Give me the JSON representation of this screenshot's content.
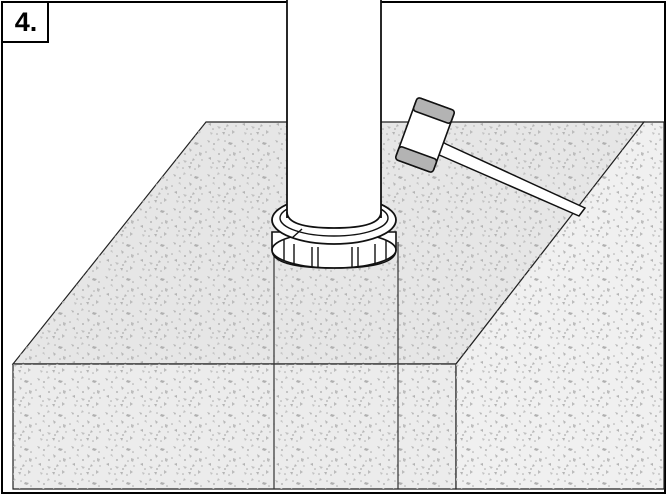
{
  "step": {
    "number": "4."
  },
  "colors": {
    "frame": "#000000",
    "concrete_top": "#e4e4e4",
    "concrete_front": "#ececec",
    "concrete_side": "#f0f0f0",
    "speckle": "#bdbdbd",
    "pole": "#ffffff",
    "hammer_head": "#b3b3b3",
    "hammer_face": "#ffffff",
    "handle": "#ffffff",
    "line": "#222222"
  },
  "icons": {
    "pole": "post-pipe",
    "ring": "anchor-sleeve-ring",
    "tool": "mallet-icon"
  }
}
